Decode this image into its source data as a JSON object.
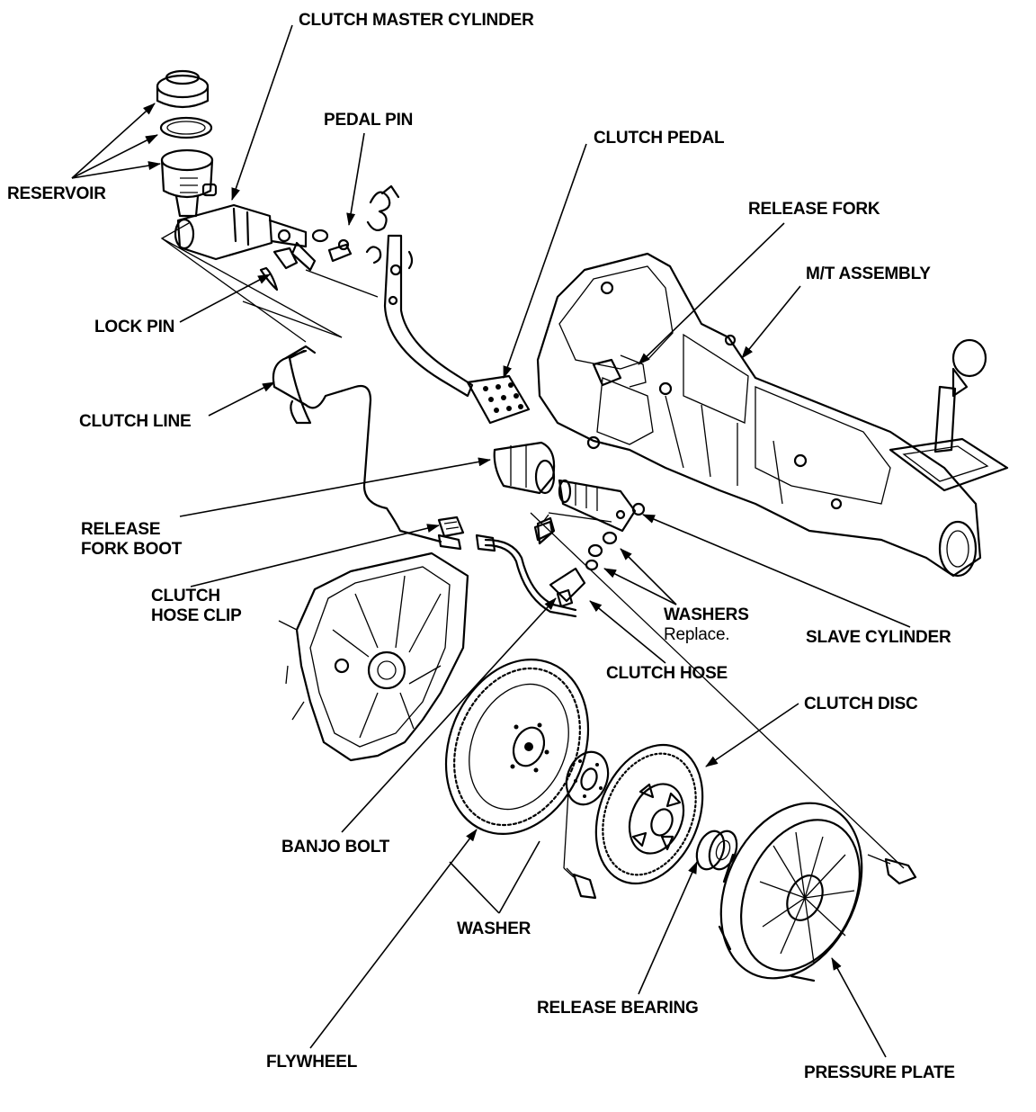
{
  "labels": {
    "clutch_master_cylinder": "CLUTCH MASTER CYLINDER",
    "pedal_pin": "PEDAL PIN",
    "clutch_pedal": "CLUTCH PEDAL",
    "reservoir": "RESERVOIR",
    "release_fork": "RELEASE FORK",
    "mt_assembly": "M/T ASSEMBLY",
    "lock_pin": "LOCK PIN",
    "clutch_line": "CLUTCH LINE",
    "release_fork_boot_1": "RELEASE",
    "release_fork_boot_2": "FORK BOOT",
    "clutch_hose_clip_1": "CLUTCH",
    "clutch_hose_clip_2": "HOSE CLIP",
    "washers": "WASHERS",
    "washers_note": "Replace.",
    "slave_cylinder": "SLAVE CYLINDER",
    "clutch_hose": "CLUTCH HOSE",
    "clutch_disc": "CLUTCH DISC",
    "banjo_bolt": "BANJO BOLT",
    "washer": "WASHER",
    "release_bearing": "RELEASE BEARING",
    "flywheel": "FLYWHEEL",
    "pressure_plate": "PRESSURE PLATE"
  }
}
